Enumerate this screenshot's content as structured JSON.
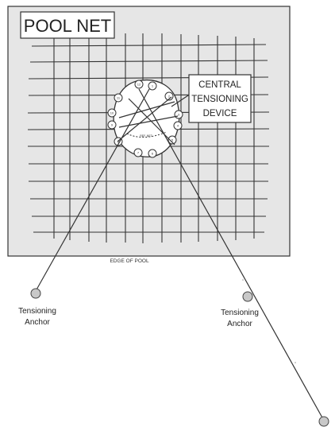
{
  "title": "POOL NET",
  "callout": {
    "lines": [
      "CENTRAL",
      "TENSIONING",
      "DEVICE"
    ]
  },
  "edge_label": "EDGE OF POOL",
  "anchors": {
    "left": [
      "Tensioning",
      "Anchor"
    ],
    "right": [
      "Tensioning",
      "Anchor"
    ]
  },
  "device": {
    "port_numbers": [
      "12",
      "1",
      "2",
      "3",
      "4",
      "5",
      "6",
      "7",
      "8",
      "9",
      "10",
      "11"
    ],
    "center_label": "REF. NET"
  },
  "colors": {
    "pool_fill": "#e6e6e6",
    "line": "#333333",
    "anchor_fill": "#c8c8c8"
  }
}
